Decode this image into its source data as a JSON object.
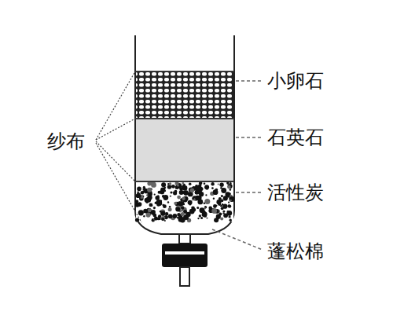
{
  "diagram": {
    "labels": [
      "小卵石",
      "石英石",
      "活性炭",
      "蓬松棉",
      "纱布"
    ]
  }
}
